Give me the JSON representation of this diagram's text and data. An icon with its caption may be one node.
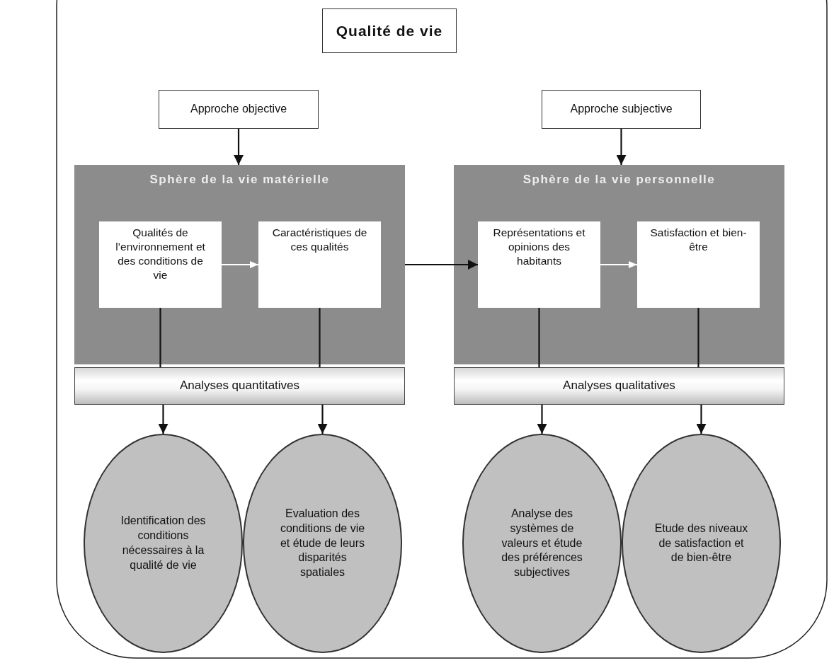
{
  "diagram": {
    "nodes": [
      {
        "text": [
          "Qualité de vie"
        ]
      },
      {
        "text": [
          "Approche objective"
        ]
      },
      {
        "text": [
          "Approche subjective"
        ]
      },
      {
        "text": [
          "Sphère de la vie matérielle"
        ]
      },
      {
        "text": [
          "Qualités de l’environnement et des conditions de vie"
        ],
        "in": 3
      },
      {
        "text": [
          "Caractéristiques de ces qualités"
        ],
        "in": 3
      },
      {
        "text": [
          "Sphère de la vie personnelle"
        ]
      },
      {
        "text": [
          "Représentations et opinions des habitants"
        ],
        "in": 6
      },
      {
        "text": [
          "Satisfaction et bien-être"
        ],
        "in": 6
      },
      {
        "text": [
          "Analyses quantitatives"
        ]
      },
      {
        "text": [
          "Analyses qualitatives"
        ]
      },
      {
        "text": [
          "Identification des conditions nécessaires à la qualité de vie"
        ]
      },
      {
        "text": [
          "Evaluation des conditions de vie et étude de leurs disparités spatiales"
        ]
      },
      {
        "text": [
          "Analyse des systèmes de valeurs et étude des préférences subjectives"
        ]
      },
      {
        "text": [
          "Etude des niveaux de satisfaction et de bien-être"
        ]
      }
    ],
    "edges": [
      {
        "from": 1,
        "to": 3,
        "arrow": "to"
      },
      {
        "from": 2,
        "to": 6,
        "arrow": "to"
      },
      {
        "from": 4,
        "to": 5,
        "arrow": "to",
        "color": "#ffffff"
      },
      {
        "from": 3,
        "to": 7,
        "arrow": "to"
      },
      {
        "from": 7,
        "to": 8,
        "arrow": "to",
        "color": "#ffffff"
      },
      {
        "from": 4,
        "to": 9,
        "arrow": "none"
      },
      {
        "from": 5,
        "to": 9,
        "arrow": "none"
      },
      {
        "from": 7,
        "to": 10,
        "arrow": "none"
      },
      {
        "from": 8,
        "to": 10,
        "arrow": "none"
      },
      {
        "from": 9,
        "to": 11,
        "arrow": "to"
      },
      {
        "from": 9,
        "to": 12,
        "arrow": "to"
      },
      {
        "from": 10,
        "to": 13,
        "arrow": "to"
      },
      {
        "from": 10,
        "to": 14,
        "arrow": "to"
      }
    ]
  }
}
